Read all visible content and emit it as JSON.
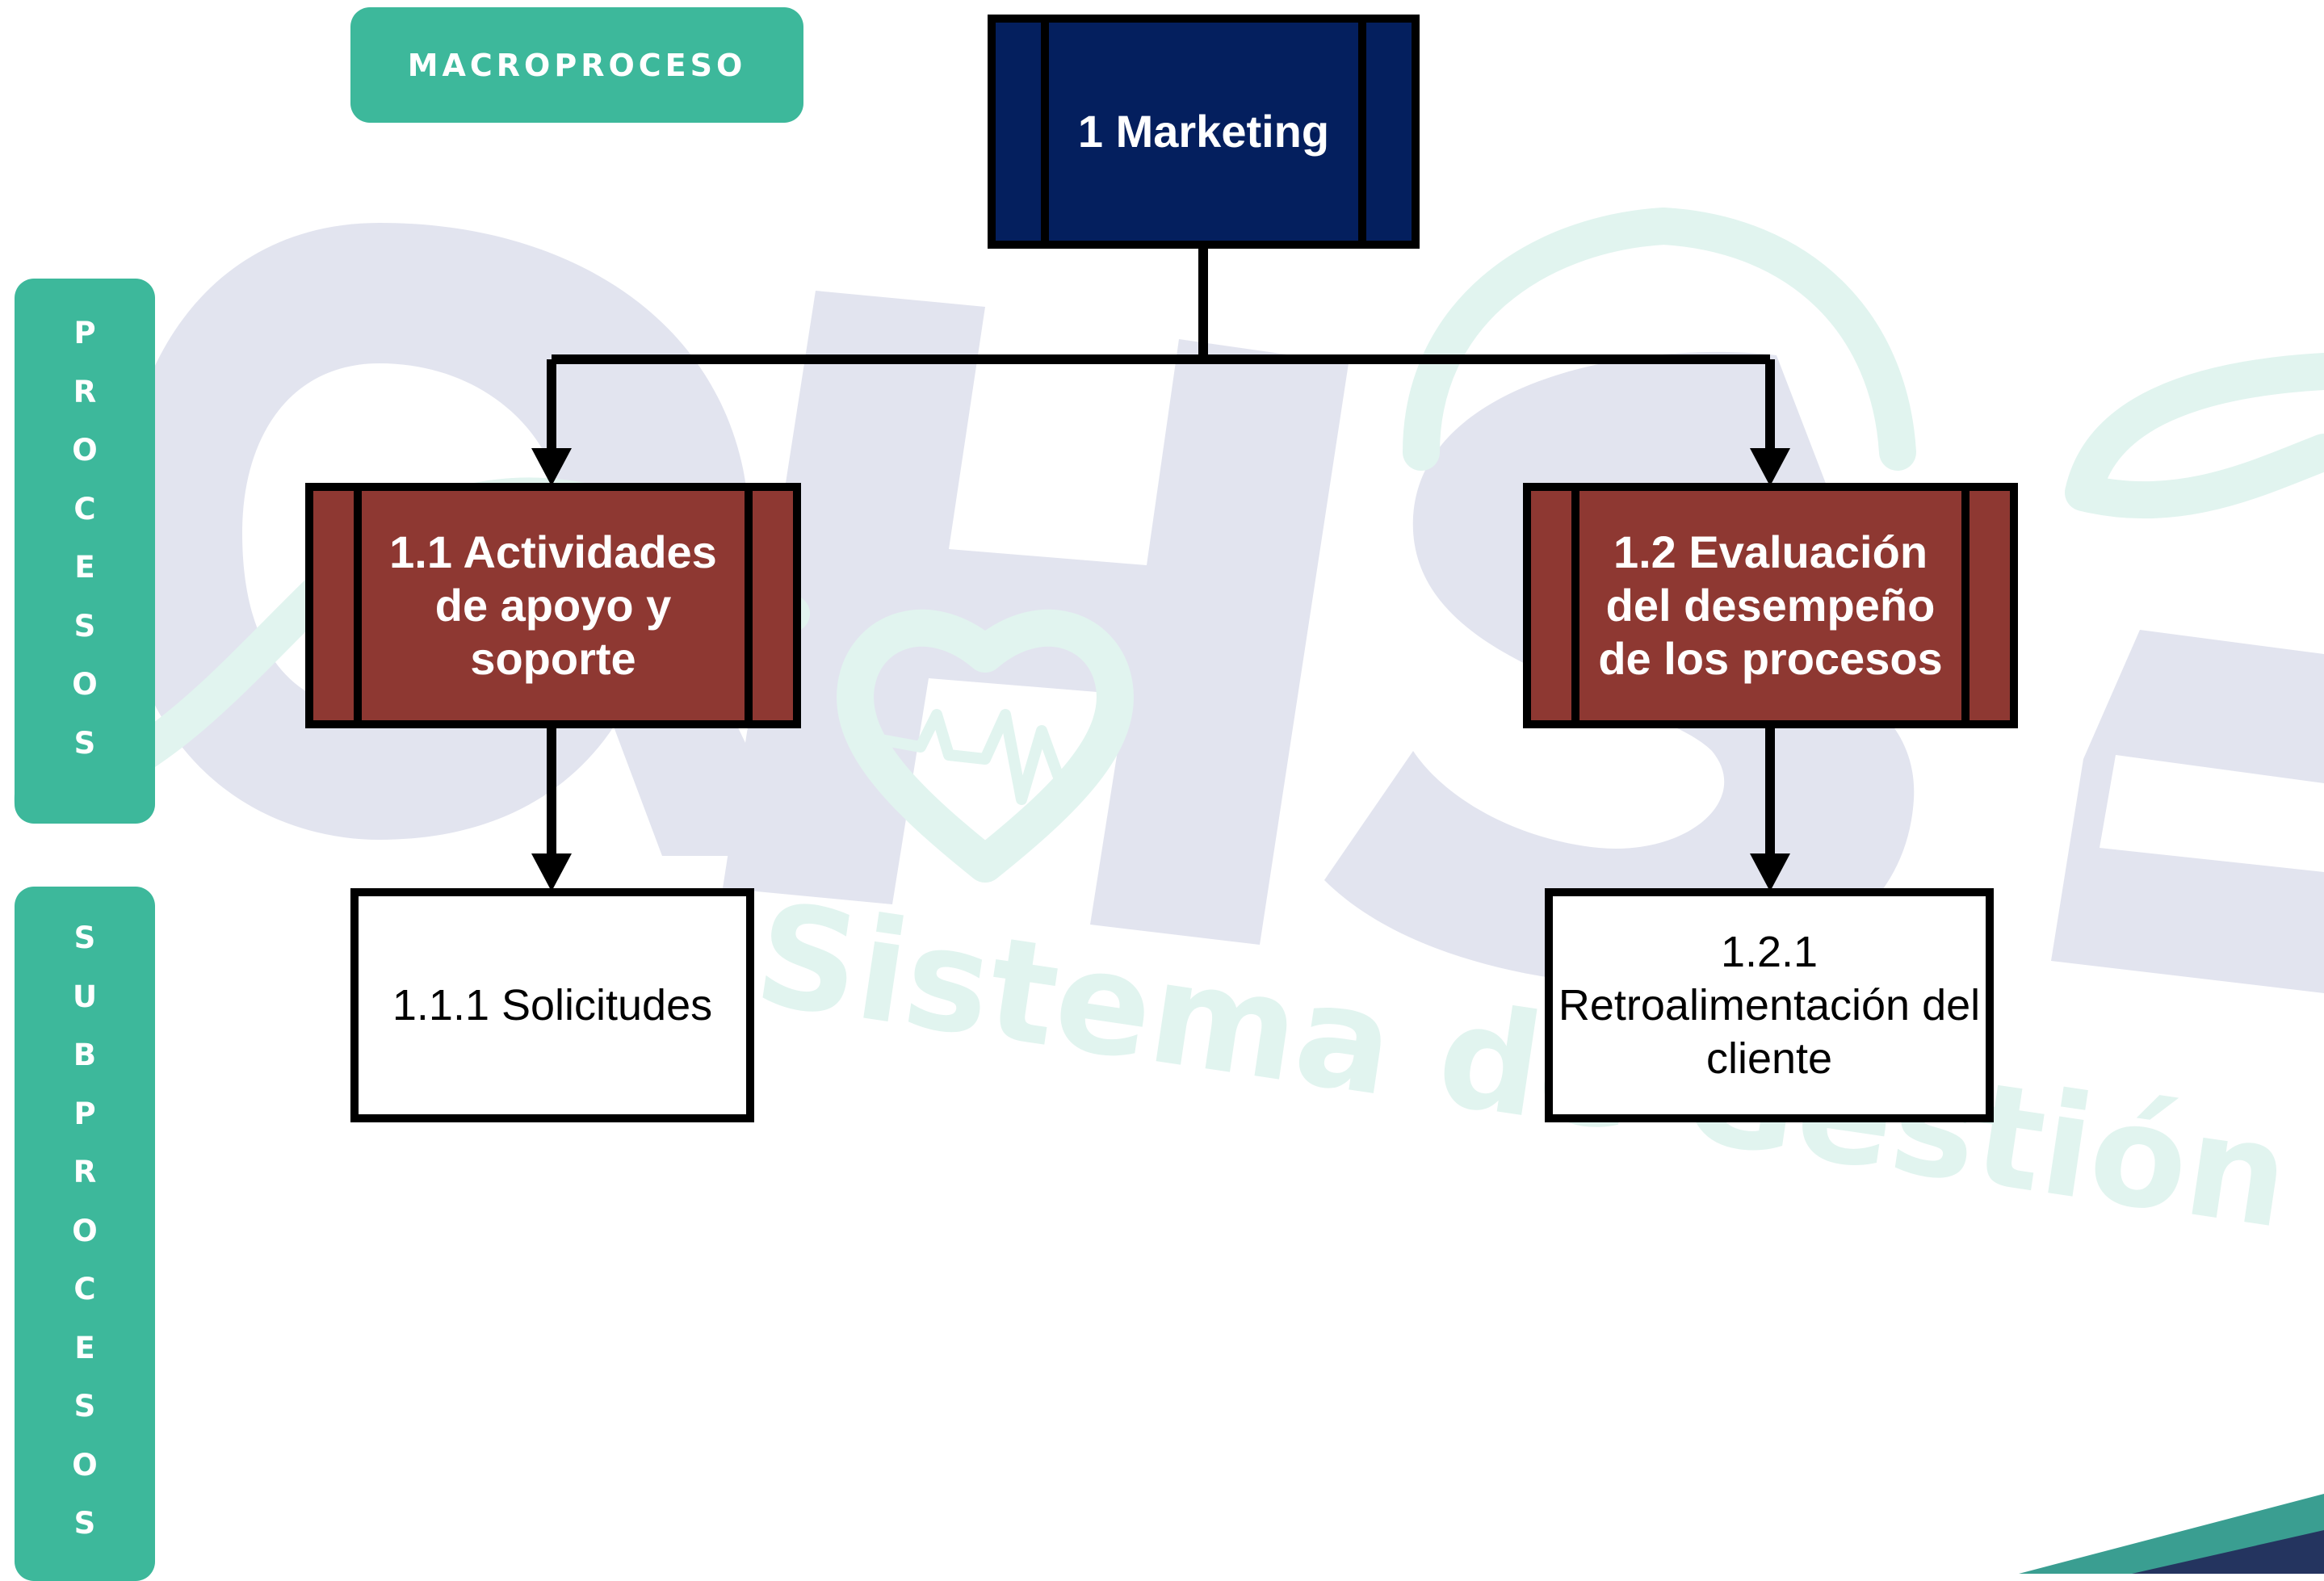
{
  "labels": {
    "macroproceso": "MACROPROCESO",
    "procesos_letters": [
      "P",
      "R",
      "O",
      "C",
      "E",
      "S",
      "O",
      "S"
    ],
    "subprocesos_letters": [
      "S",
      "U",
      "B",
      "P",
      "R",
      "O",
      "C",
      "E",
      "S",
      "O",
      "S"
    ]
  },
  "watermark": {
    "letters": "QHSE",
    "tagline": "Sistema de Gestión Integral"
  },
  "nodes": {
    "macro": "1 Marketing",
    "proc1": "1.1 Actividades de apoyo y soporte",
    "proc2": "1.2 Evaluación del desempeño de los procesos",
    "sub1": "1.1.1 Solicitudes",
    "sub2": "1.2.1 Retroalimentación del cliente"
  },
  "colors": {
    "accent": "#3db89b",
    "macro_fill": "#041f5e",
    "process_fill": "#8e3832",
    "watermark_gray": "#e2e4ef",
    "watermark_teal": "#e1f4ef"
  }
}
